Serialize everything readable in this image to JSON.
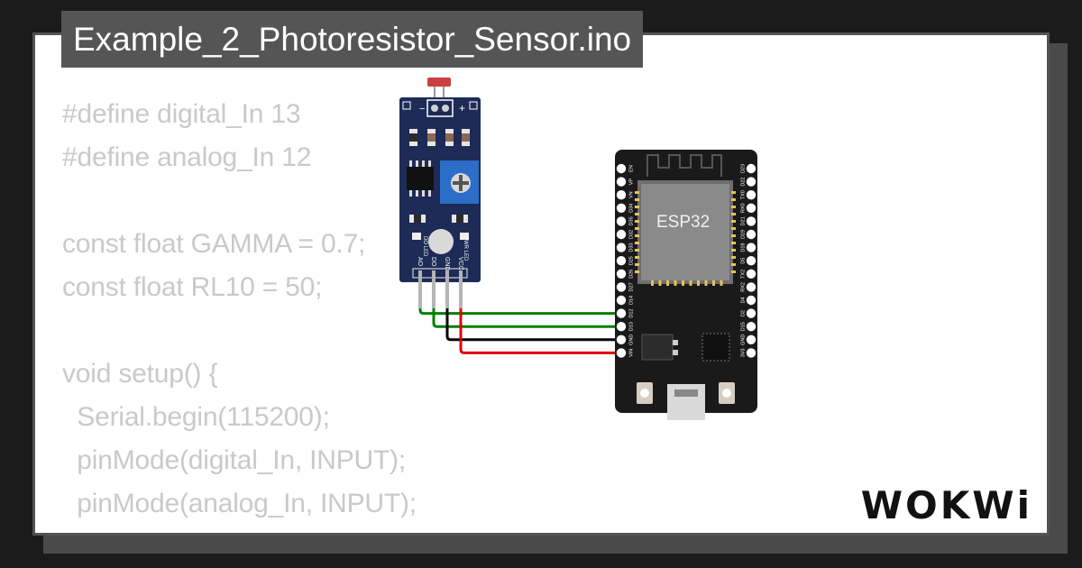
{
  "title": "Example_2_Photoresistor_Sensor.ino",
  "code_lines": [
    "#define digital_In 13",
    "#define analog_In 12",
    "",
    "const float GAMMA = 0.7;",
    "const float RL10 = 50;",
    "",
    "void setup() {",
    "  Serial.begin(115200);",
    "  pinMode(digital_In, INPUT);",
    "  pinMode(analog_In, INPUT);",
    "}"
  ],
  "sensor": {
    "pins": [
      "AO",
      "DO",
      "GND",
      "VCC"
    ],
    "led_labels": [
      "DO LED",
      "PWR LED"
    ],
    "minus": "−",
    "plus": "+"
  },
  "esp32": {
    "chip_label": "ESP32",
    "left_pins": [
      "EN",
      "VP",
      "VN",
      "D34",
      "D35",
      "D32",
      "D33",
      "D25",
      "D26",
      "D27",
      "D14",
      "D12",
      "D13",
      "GND",
      "VIN"
    ],
    "right_pins": [
      "D23",
      "D22",
      "TX0",
      "RX0",
      "D21",
      "D19",
      "D18",
      "D5",
      "TX2",
      "RX2",
      "D4",
      "D2",
      "D15",
      "GND",
      "3V3"
    ]
  },
  "wires": [
    {
      "from": "AO",
      "to": "D12",
      "color": "#008000"
    },
    {
      "from": "DO",
      "to": "D13",
      "color": "#008000"
    },
    {
      "from": "GND",
      "to": "GND",
      "color": "#000000"
    },
    {
      "from": "VCC",
      "to": "VIN",
      "color": "#e00000"
    }
  ],
  "logo": "WOKWi",
  "colors": {
    "sensor_board": "#1d2b56",
    "potentiometer": "#2c6dc8",
    "esp32_board": "#1a1a1a",
    "chip": "#8a8a8a",
    "code_text": "#c9c9c9",
    "title_bg": "#555555"
  }
}
